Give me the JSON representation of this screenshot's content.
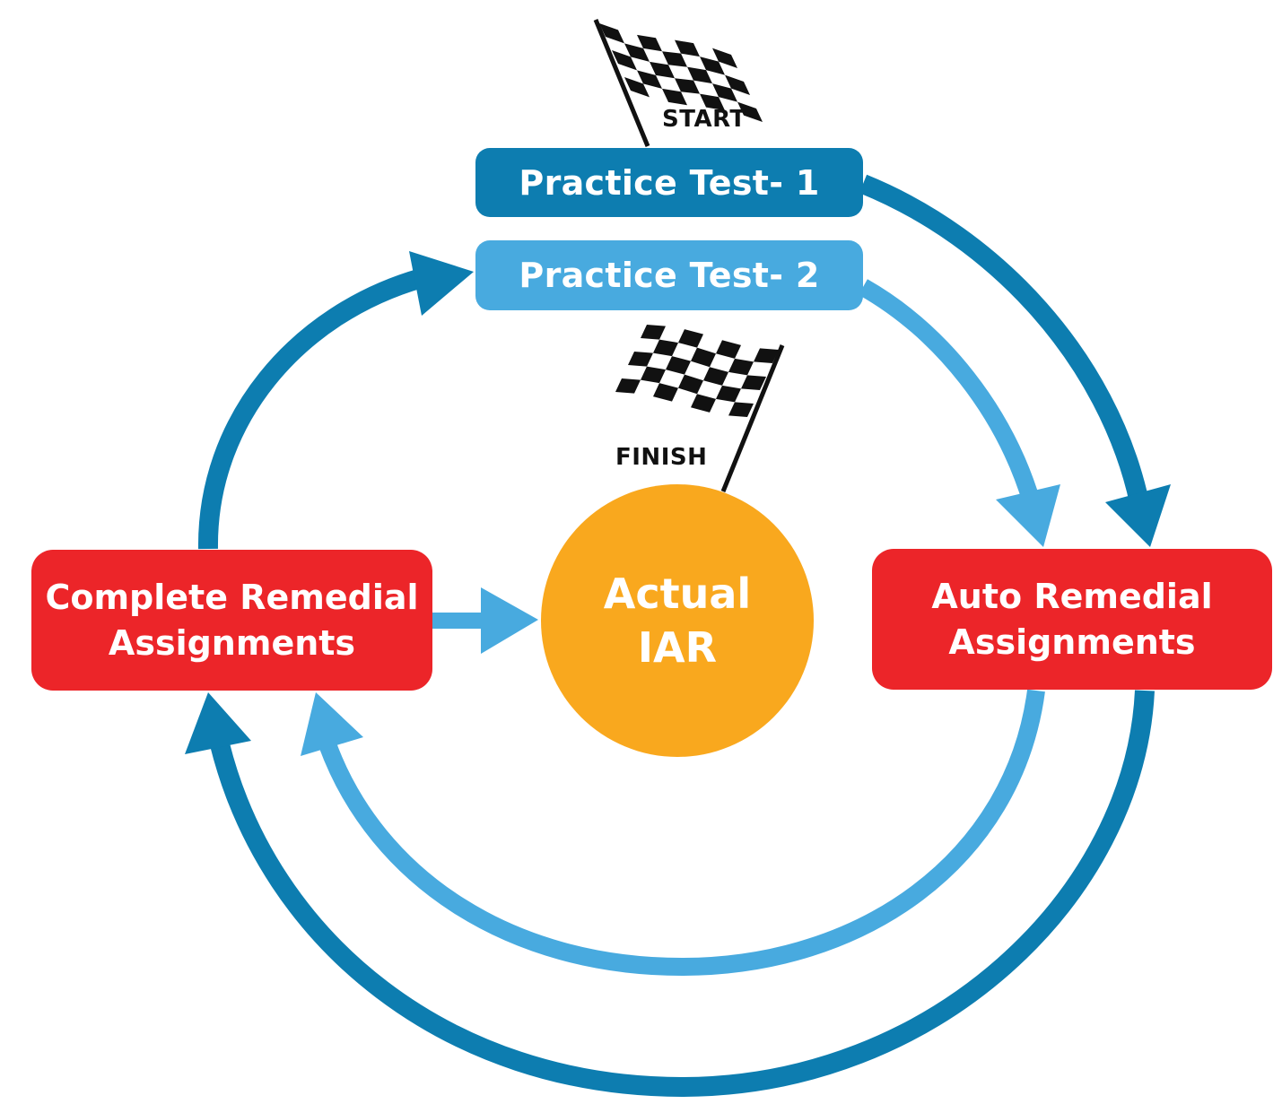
{
  "diagram": {
    "type": "cycle-flow",
    "colors": {
      "dark_blue": "#0D7DB0",
      "light_blue": "#48AADF",
      "red": "#EC2529",
      "orange": "#F9A81E",
      "flag_black": "#111111",
      "text_white": "#FFFFFF"
    },
    "flags": {
      "start": {
        "icon": "checkered-flag-icon",
        "label": "START"
      },
      "finish": {
        "icon": "checkered-flag-icon",
        "label": "FINISH"
      }
    },
    "nodes": {
      "practice_test_1": {
        "label": "Practice Test- 1"
      },
      "practice_test_2": {
        "label": "Practice Test- 2"
      },
      "complete_remedial": {
        "line1": "Complete Remedial",
        "line2": "Assignments"
      },
      "auto_remedial": {
        "line1": "Auto Remedial",
        "line2": "Assignments"
      },
      "actual_iar": {
        "line1": "Actual",
        "line2": "IAR"
      }
    },
    "edges": [
      {
        "from": "Practice Test- 1",
        "to": "Auto Remedial Assignments",
        "color": "dark_blue"
      },
      {
        "from": "Auto Remedial Assignments",
        "to": "Complete Remedial Assignments",
        "color": "dark_blue"
      },
      {
        "from": "Complete Remedial Assignments",
        "to": "Practice Test- 2",
        "color": "dark_blue"
      },
      {
        "from": "Practice Test- 2",
        "to": "Auto Remedial Assignments",
        "color": "light_blue"
      },
      {
        "from": "Auto Remedial Assignments",
        "to": "Complete Remedial Assignments",
        "color": "light_blue"
      },
      {
        "from": "Complete Remedial Assignments",
        "to": "Actual IAR",
        "color": "light_blue"
      }
    ]
  }
}
